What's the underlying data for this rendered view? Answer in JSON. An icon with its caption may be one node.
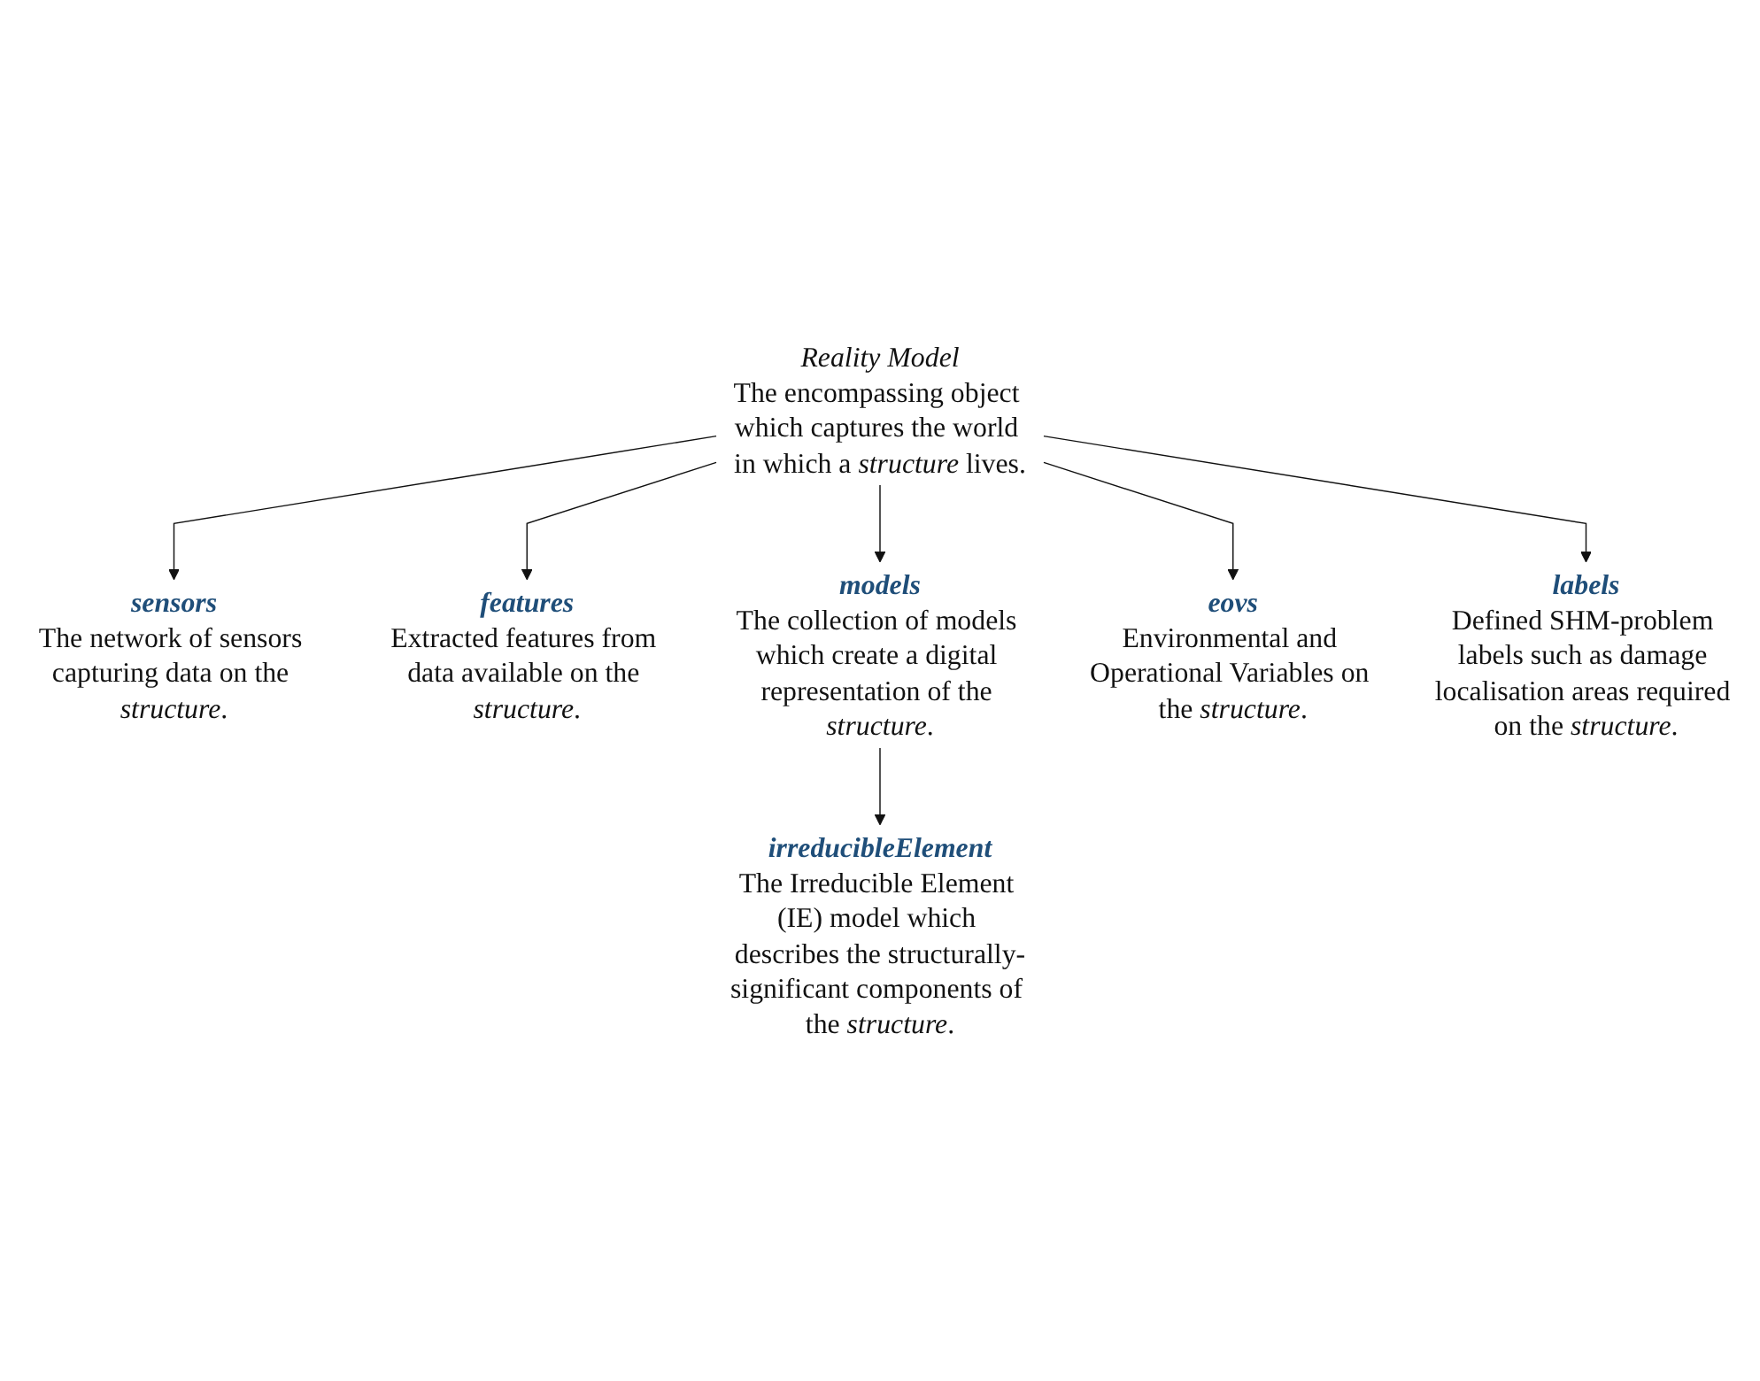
{
  "diagram": {
    "nodes": [
      {
        "text": [
          "Reality Model",
          "The encompassing object which captures the world in which a *structure* lives."
        ]
      },
      {
        "text": [
          "sensors",
          "The network of sensors capturing data on the *structure*."
        ]
      },
      {
        "text": [
          "features",
          "Extracted features from data available on the *structure*."
        ]
      },
      {
        "text": [
          "models",
          "The collection of models which create a digital representation of the *structure*."
        ]
      },
      {
        "text": [
          "eovs",
          "Environmental and Operational Variables on the *structure*."
        ]
      },
      {
        "text": [
          "labels",
          "Defined SHM-problem labels such as damage localisation areas required on the *structure*."
        ]
      },
      {
        "text": [
          "irreducibleElement",
          "The Irreducible Element (IE) model which describes the structurally-significant components of the *structure*."
        ]
      }
    ],
    "edges": [
      {
        "from": 0,
        "to": 1,
        "arrow": "to"
      },
      {
        "from": 0,
        "to": 4,
        "arrow": "to"
      },
      {
        "from": 0,
        "to": 3,
        "arrow": "to"
      },
      {
        "from": 0,
        "to": 5,
        "arrow": "to"
      },
      {
        "from": 0,
        "to": 2,
        "arrow": "to"
      },
      {
        "from": 3,
        "to": 6,
        "arrow": "to"
      }
    ]
  }
}
